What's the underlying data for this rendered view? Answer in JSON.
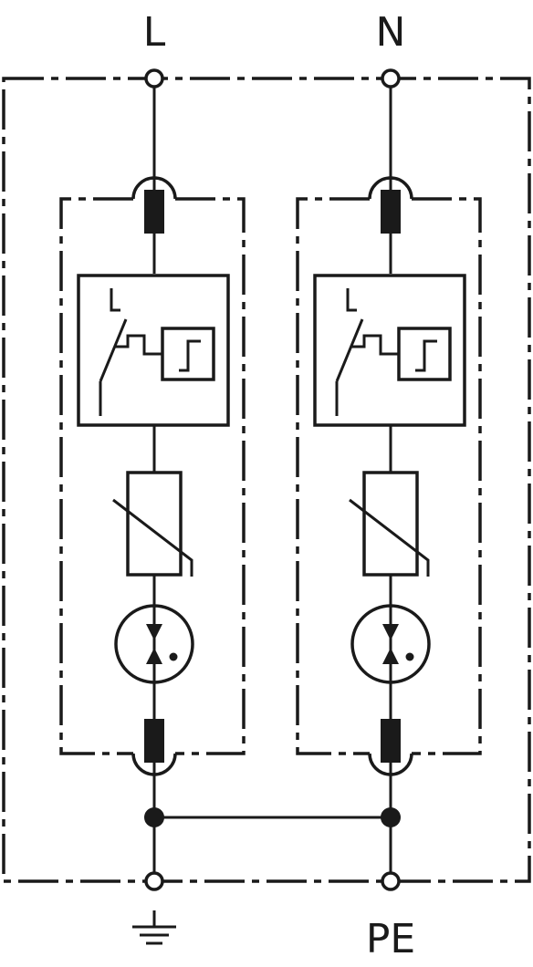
{
  "diagram": {
    "terminals": {
      "top_left": "L",
      "top_right": "N",
      "bottom_right": "PE"
    },
    "icons": {
      "bottom_left": "ground-icon",
      "module_switch": "thermal-disconnector-icon",
      "module_status": "status-indicator-icon",
      "module_varistor": "varistor-icon",
      "module_gdt": "gas-discharge-tube-icon",
      "fuse": "fuse-icon"
    },
    "colors": {
      "ink": "#1a1a1a",
      "background": "#ffffff"
    }
  }
}
